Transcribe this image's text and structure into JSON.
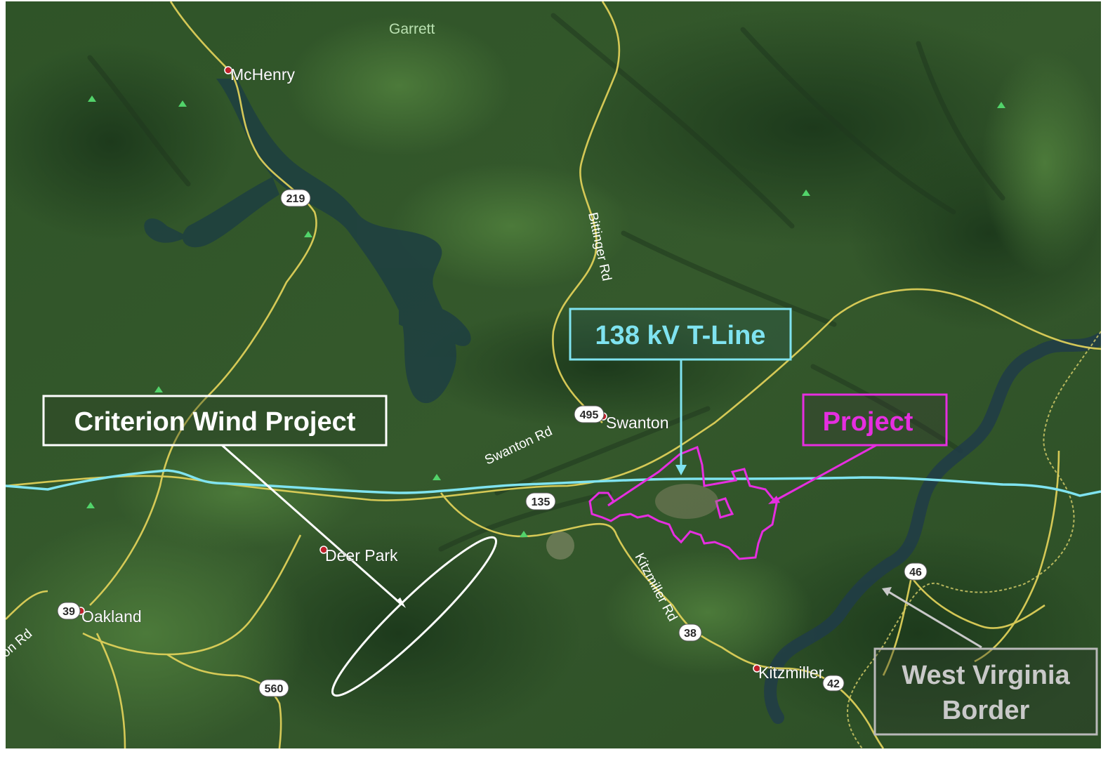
{
  "map": {
    "region_label": "Garrett",
    "towns": {
      "mchenry": "McHenry",
      "swanton": "Swanton",
      "deer_park": "Deer Park",
      "oakland": "Oakland",
      "kitzmiller": "Kitzmiller"
    },
    "roads": {
      "bittinger": "Bittinger Rd",
      "swanton_rd": "Swanton Rd",
      "kitzmiller_rd": "Kitzmiller Rd",
      "edge_rd": "on Rd"
    },
    "shields": {
      "s219": "219",
      "s495": "495",
      "s135": "135",
      "s39": "39",
      "s38": "38",
      "s46": "46",
      "s560": "560",
      "s42": "42"
    },
    "callouts": {
      "tline": "138 kV T-Line",
      "criterion": "Criterion Wind Project",
      "project": "Project",
      "wv_line1": "West Virginia",
      "wv_line2": "Border"
    },
    "colors": {
      "tline": "#7fe3f0",
      "project": "#e62ee0",
      "criterion": "#ffffff",
      "wv_border": "#b9b9b9",
      "roads": "#e3d35a"
    }
  }
}
